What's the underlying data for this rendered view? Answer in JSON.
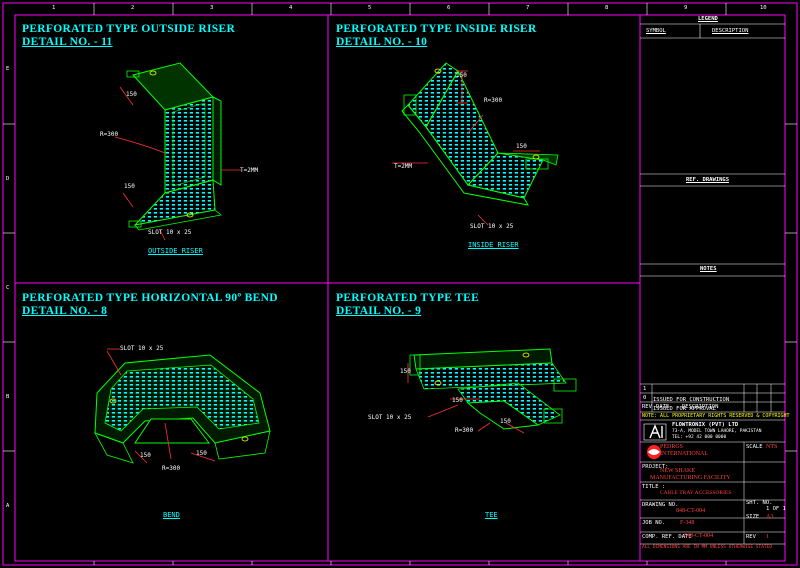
{
  "details": [
    {
      "title": "PERFORATED TYPE OUTSIDE RISER",
      "detail_no": "DETAIL NO. - 11",
      "caption": "OUTSIDE RISER",
      "labels": {
        "radius": "R=300",
        "thickness": "T=2MM",
        "slot": "SLOT 10 x 25",
        "dim1": "150",
        "dim2": "150"
      }
    },
    {
      "title": "PERFORATED TYPE INSIDE RISER",
      "detail_no": "DETAIL NO. - 10",
      "caption": "INSIDE RISER",
      "labels": {
        "radius": "R=300",
        "thickness": "T=2MM",
        "slot": "SLOT 10 x 25",
        "dim1": "150",
        "dim2": "150"
      }
    },
    {
      "title": "PERFORATED TYPE HORIZONTAL 90º BEND",
      "detail_no": "DETAIL NO. - 8",
      "caption": "BEND",
      "labels": {
        "radius": "R=300",
        "slot": "SLOT 10 x 25",
        "dim1": "150",
        "dim2": "150"
      }
    },
    {
      "title": "PERFORATED TYPE TEE",
      "detail_no": "DETAIL NO. - 9",
      "caption": "TEE",
      "labels": {
        "radius": "R=300",
        "slot": "SLOT 10 x 25",
        "dim1": "150",
        "dim2": "150",
        "dim3": "150"
      }
    }
  ],
  "side_panel": {
    "legend": "LEGEND",
    "symbol": "SYMBOL",
    "description": "DESCRIPTION",
    "ref_drawings": "REF. DRAWINGS",
    "notes": "NOTES"
  },
  "revisions": {
    "rows": [
      {
        "rev": "1",
        "desc": "ISSUED FOR CONSTRUCTION"
      },
      {
        "rev": "0",
        "desc": "ISSUED FOR APPROVAL"
      }
    ],
    "header": {
      "rev": "REV",
      "date": "DATE",
      "desc": "DESCRIPTION"
    }
  },
  "title_block": {
    "note": "NOTE: ALL PROPRIETARY RIGHTS RESERVED & COPYRIGHT",
    "company": "FLOWTRONIX (PVT) LTD",
    "company_addr1": "73-A, MODEL TOWN LAHORE, PAKISTAN",
    "company_addr2": "TEL: +92 42 000 0000",
    "client": "PEDRGS",
    "client_sub": "INTERNATIONAL",
    "project_label": "PROJECT:",
    "project_line1": "NEW SHAKE",
    "project_line2": "MANUFACTURING FACILITY",
    "title_label": "TITLE :",
    "title": "CABLE TRAY ACCESSORIES",
    "drawing_no_label": "DRAWING NO.",
    "drawing_no": "848-CT-004",
    "job_no_label": "JOB NO.",
    "job_no": "F-348",
    "comp_ref_label": "COMP. REF. DATE",
    "comp_ref": "848-CT-004",
    "scale_label": "SCALE",
    "scale": "NTS",
    "size_label": "SIZE",
    "size": "A3",
    "rev_label": "REV",
    "rev": "1",
    "sheet_label": "SHT. NO.",
    "sheet": "1 OF 1",
    "footer": "ALL DIMENSIONS ARE IN MM UNLESS OTHERWISE STATED"
  },
  "border_refs": {
    "columns": [
      "1",
      "2",
      "3",
      "4",
      "5",
      "6",
      "7",
      "8",
      "9",
      "10"
    ],
    "rows": [
      "E",
      "D",
      "C",
      "B",
      "A"
    ]
  },
  "colors": {
    "frame": "#ff00ff",
    "outline": "#00ff00",
    "perforation": "#00ffff",
    "dimension": "#ff3030",
    "text_title": "#00ffff",
    "text_label": "#ffffff",
    "panel_text": "#ffffff"
  }
}
